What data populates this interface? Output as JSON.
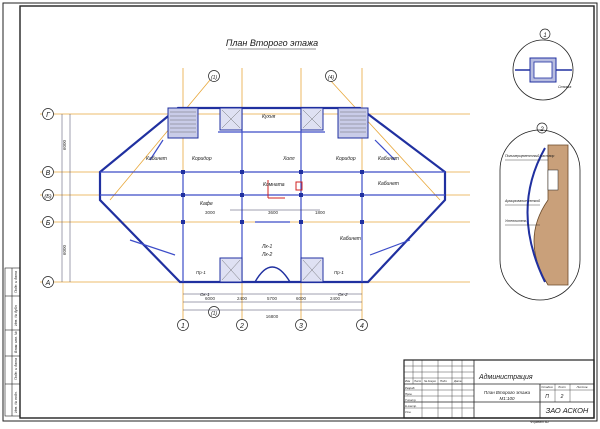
{
  "drawing": {
    "title": "План Второго этажа",
    "colors": {
      "wall": "#2030a0",
      "axis": "#e0a020",
      "dim": "#404060",
      "frame": "#222222",
      "accent": "#d02020"
    },
    "axes_letters": [
      "Г",
      "В",
      "(Б)",
      "Б",
      "А"
    ],
    "axes_numbers_top": [
      "(1)",
      "(4)"
    ],
    "axes_numbers_bottom": [
      "1",
      "(1)",
      "2",
      "3",
      "4"
    ],
    "rooms": {
      "kabinet_left": "Кабинет",
      "koridor_left": "Коридор",
      "koridor_right": "Коридор",
      "kabinet_right_top": "Кабинет",
      "kabinet_right_mid": "Кабинет",
      "kabinet_right_bottom": "Кабинет",
      "holl": "Холл",
      "kafe": "Кафе",
      "kuhnya": "Кухня",
      "komnata": "Комната",
      "lk1": "Лк-1",
      "lk2": "Лк-2"
    },
    "sections": [
      "Пр-1",
      "Пр-1",
      "Ок-1",
      "Ок-2"
    ],
    "dimensions": {
      "total_width": "16800",
      "segments": [
        "6000",
        "2400",
        "6000",
        "2400"
      ],
      "middle": "5700",
      "height_left": [
        "6000",
        "6000"
      ],
      "inner": [
        "3000",
        "3600",
        "1800"
      ]
    },
    "details": [
      {
        "num": "1",
        "note": "Стяжка"
      },
      {
        "num": "2",
        "notes": [
          "Полимерцементный раствор",
          "Армирование сеткой",
          "Утеплитель"
        ]
      }
    ]
  },
  "title_block": {
    "name": "Администрация",
    "subtitle": "План Второго этажа",
    "scale": "М1:100",
    "stage": "П",
    "sheet": "2",
    "company": "ЗАО АСКОН",
    "format": "Формат  А2",
    "header_cols": [
      "Изм",
      "Лист",
      "№ докум.",
      "Подп.",
      "Дата"
    ],
    "right_headers": [
      "Стадия",
      "Лист",
      "Листов"
    ],
    "rows": [
      "Разраб.",
      "Пров.",
      "Т.контр.",
      "Н.контр.",
      "Утв."
    ]
  },
  "side_stamp": [
    "Инв. № подл.",
    "Подп. и дата",
    "Взам. инв. №",
    "Инв. № дубл.",
    "Подп. и дата"
  ]
}
